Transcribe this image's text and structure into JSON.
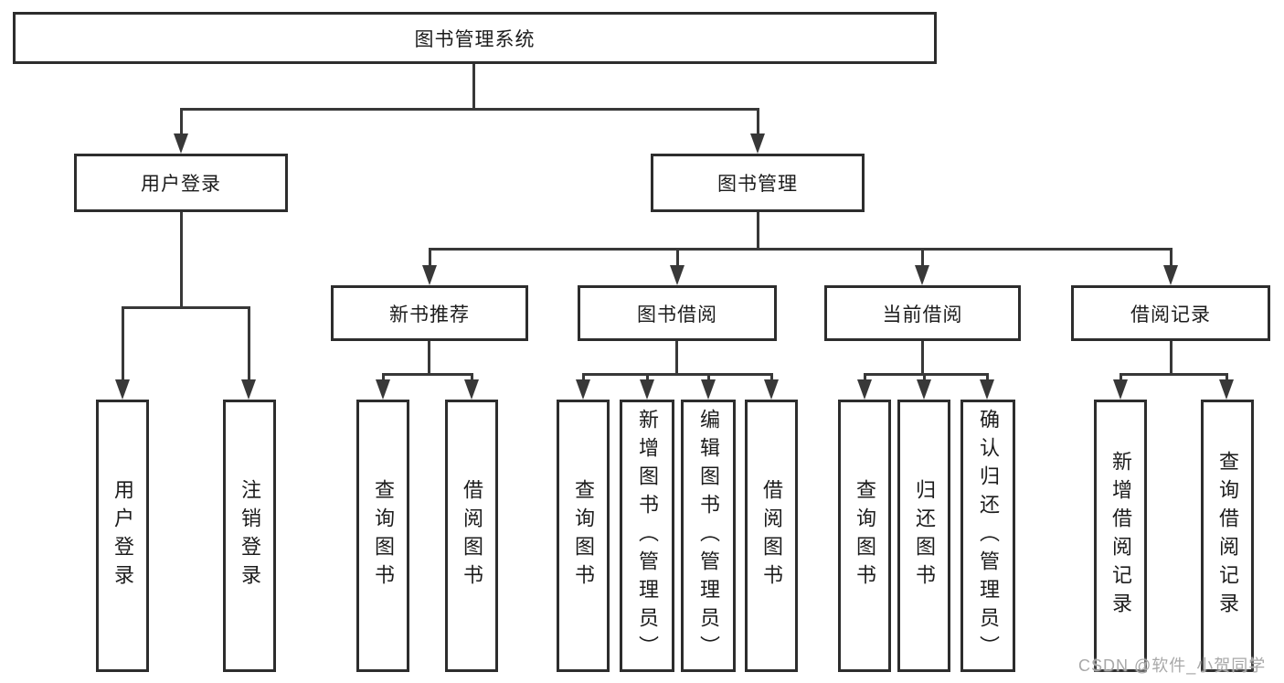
{
  "diagram": {
    "root": {
      "label": "图书管理系统"
    },
    "level2": [
      {
        "label": "用户登录"
      },
      {
        "label": "图书管理"
      }
    ],
    "level3": [
      {
        "label": "新书推荐"
      },
      {
        "label": "图书借阅"
      },
      {
        "label": "当前借阅"
      },
      {
        "label": "借阅记录"
      }
    ],
    "leaves": {
      "user_login": [
        {
          "label": "用户登录"
        },
        {
          "label": "注销登录"
        }
      ],
      "new_books": [
        {
          "label": "查询图书"
        },
        {
          "label": "借阅图书"
        }
      ],
      "book_borrow": [
        {
          "label": "查询图书"
        },
        {
          "label": "新增图书（管理员）"
        },
        {
          "label": "编辑图书（管理员）"
        },
        {
          "label": "借阅图书"
        }
      ],
      "current_borrow": [
        {
          "label": "查询图书"
        },
        {
          "label": "归还图书"
        },
        {
          "label": "确认归还（管理员）"
        }
      ],
      "borrow_records": [
        {
          "label": "新增借阅记录"
        },
        {
          "label": "查询借阅记录"
        }
      ]
    },
    "colors": {
      "line": "#383838",
      "box_border": "#2d2d2d",
      "text": "#1c1c1c",
      "watermark": "#a8a8a8",
      "background": "#ffffff"
    }
  },
  "watermark": {
    "text": "CSDN @软件_小贺同学"
  }
}
